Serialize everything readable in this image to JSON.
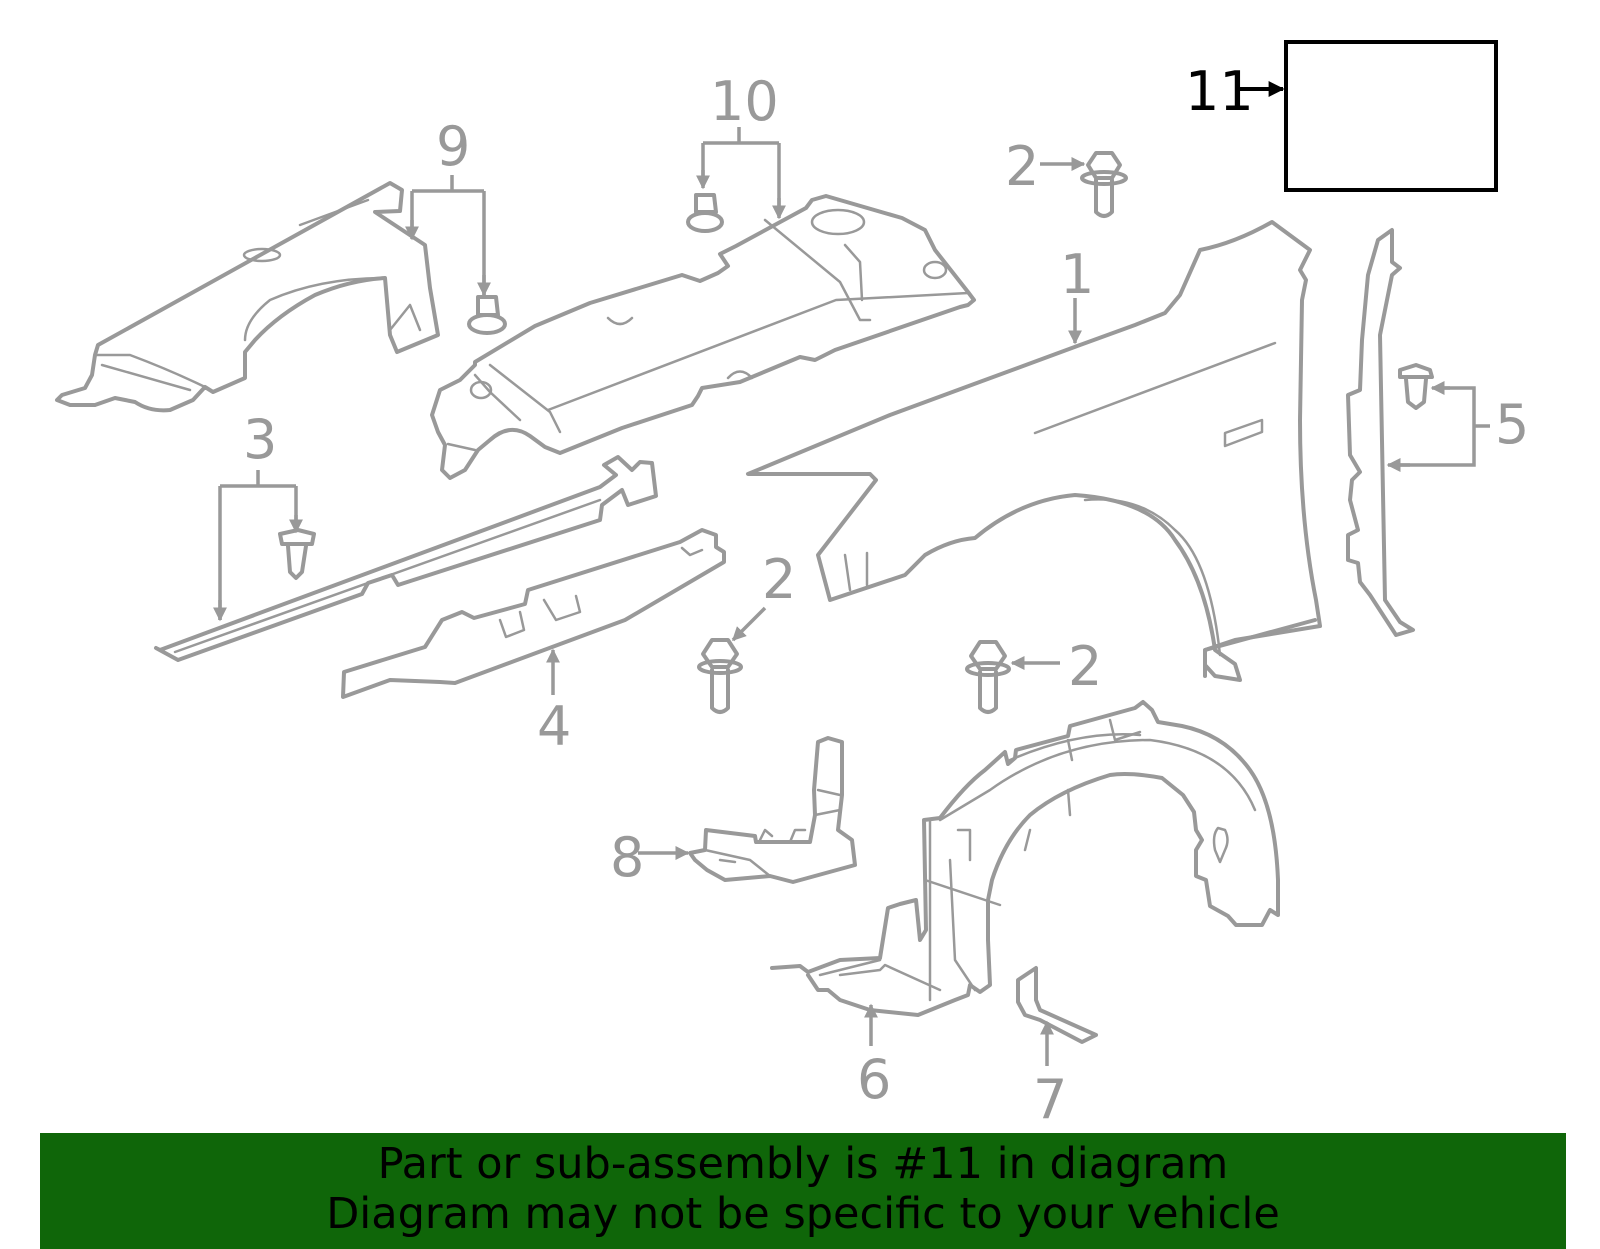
{
  "diagram": {
    "callouts": {
      "c1": "1",
      "c2a": "2",
      "c2b": "2",
      "c2c": "2",
      "c3": "3",
      "c4": "4",
      "c5": "5",
      "c6": "6",
      "c7": "7",
      "c8": "8",
      "c9": "9",
      "c10": "10",
      "c11": "11"
    },
    "highlighted_callout": "11"
  },
  "banner": {
    "line1": "Part or sub-assembly is #11 in diagram",
    "line2": "Diagram may not be specific to your vehicle"
  },
  "colors": {
    "part_stroke": "#999999",
    "highlight": "#000000",
    "banner_bg": "#0f6609",
    "banner_text": "#000000"
  }
}
